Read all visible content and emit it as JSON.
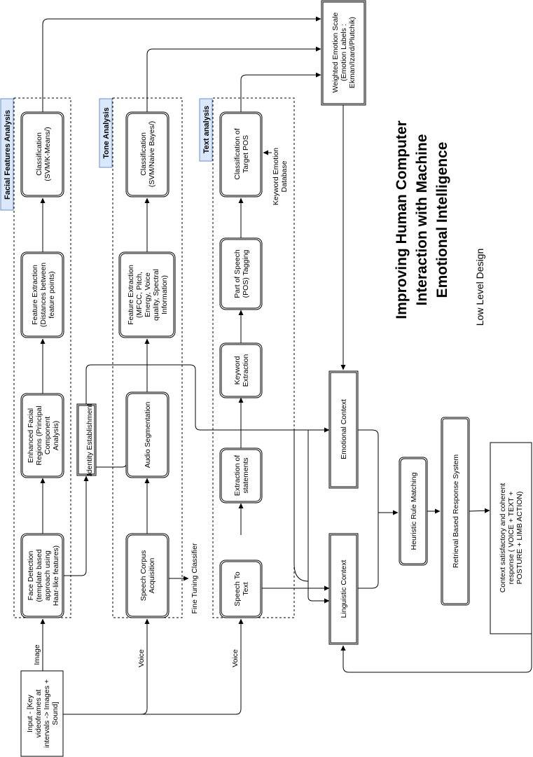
{
  "title_lines": [
    "Improving Human Computer",
    "Interaction with Machine",
    "Emotional Intelligence"
  ],
  "subtitle": "Low Level Design",
  "sections": {
    "facial": "Facial Features Analysis",
    "tone": "Tone Analysis",
    "text": "Text analysis"
  },
  "nodes": {
    "input": [
      "Input - [Key",
      "videoframes at",
      "intervals -> Images +",
      "Sound]"
    ],
    "face_detection": [
      "Face Detection",
      "(template based",
      "approach using",
      "Haar-like features)"
    ],
    "enhanced_facial": [
      "Enhanced Facial",
      "Regions (Principal",
      "Component",
      "Analysis)"
    ],
    "feature_extraction_face": [
      "Feature Extraction",
      "(Distances between",
      "feature points)"
    ],
    "classification_face": [
      "Classification",
      "(SVM/K-Means/)"
    ],
    "identity": [
      "Identity Establishment"
    ],
    "speech_corpus": [
      "Speech Corpus",
      "Acquisition"
    ],
    "audio_segmentation": [
      "Audio Segmentation"
    ],
    "feature_extraction_tone": [
      "Feature Extraction",
      "(MFCC, Pitch,",
      "Energy, Voice",
      "quality, Spectral",
      "Information)"
    ],
    "classification_tone": [
      "Classification",
      "(SVM/Naive Bayes/)"
    ],
    "speech_to_text": [
      "Speech To",
      "Text"
    ],
    "extraction_statements": [
      "Extraction of",
      "statements"
    ],
    "keyword_extraction": [
      "Keyword",
      "Extraction"
    ],
    "pos_tagging": [
      "Part of Speech",
      "(POS) Tagging"
    ],
    "classification_pos": [
      "Classification of",
      "Target POS"
    ],
    "weighted_scale": [
      "Weighted Emotion Scale",
      "(Emotion Labels :",
      "Ekman/Izard/Plutchik)"
    ],
    "emotional_context": [
      "Emotional Context"
    ],
    "linguistic_context": [
      "Linguistic Context"
    ],
    "heuristic": [
      "Heuristic Rule Matching"
    ],
    "retrieval": [
      "Retrieval Based Response System"
    ],
    "response": [
      "Context satisfactory and coherent",
      "response ( VOICE + TEXT +",
      "POSTURE + LIMB ACTION)"
    ]
  },
  "edge_labels": {
    "image": "Image",
    "voice_tone": "Voice",
    "voice_text": "Voice",
    "fine_tuning": "Fine Tuning Classifier",
    "keyword_db": [
      "Keyword Emotion",
      "Database"
    ]
  }
}
